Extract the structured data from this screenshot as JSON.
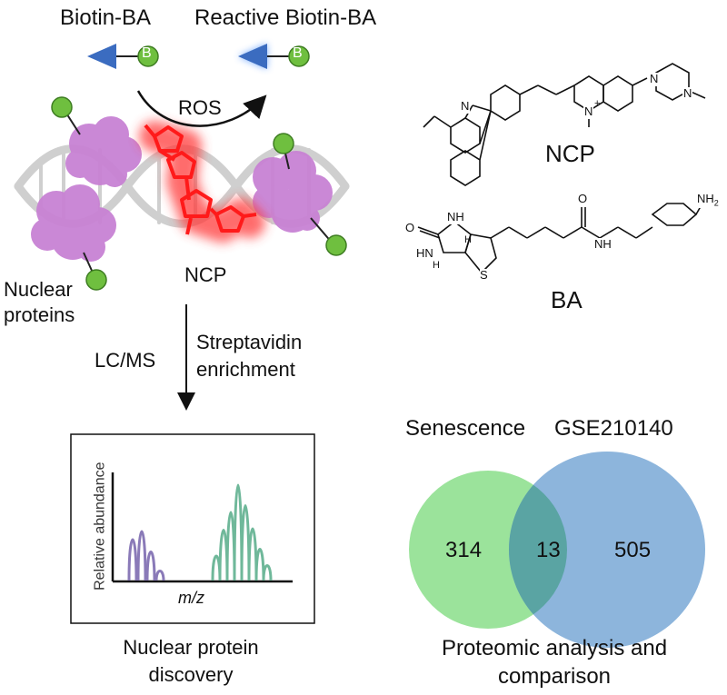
{
  "top": {
    "probe_label": "Biotin-BA",
    "reactive_label": "Reactive Biotin-BA",
    "biotin_letter": "B",
    "ros_label": "ROS"
  },
  "scene": {
    "ncp_label": "NCP",
    "nuclear_proteins_label_line1": "Nuclear",
    "nuclear_proteins_label_line2": "proteins"
  },
  "workflow": {
    "lcms_label": "LC/MS",
    "enrichment_line1": "Streptavidin",
    "enrichment_line2": "enrichment"
  },
  "spectrum": {
    "ylabel": "Relative abundance",
    "xlabel": "m/z",
    "caption_line1": "Nuclear protein",
    "caption_line2": "discovery"
  },
  "structures": {
    "ncp_name": "NCP",
    "ba_name": "BA",
    "atoms": {
      "N": "N",
      "N_plus": "+",
      "O": "O",
      "S": "S",
      "H": "H",
      "NH": "NH",
      "HN": "HN",
      "NH2": "NH",
      "NH2_sub": "2"
    }
  },
  "venn": {
    "set_a_label": "Senescence",
    "set_b_label": "GSE210140",
    "only_a": "314",
    "overlap": "13",
    "only_b": "505",
    "caption_line1": "Proteomic analysis and",
    "caption_line2": "comparison",
    "colors": {
      "set_a": "#9be39b",
      "set_b": "#8db5dc",
      "overlap": "#5aa4a3"
    }
  },
  "colors": {
    "probe_blue": "#3b6cc0",
    "biotin_green": "#6fbf3f",
    "protein_purple": "#c87fd4",
    "dna_gray": "#c9c9c9",
    "ncp_red": "#ff1a1a",
    "peak_purple": "#8a7ab8",
    "peak_green": "#6fb89a"
  }
}
